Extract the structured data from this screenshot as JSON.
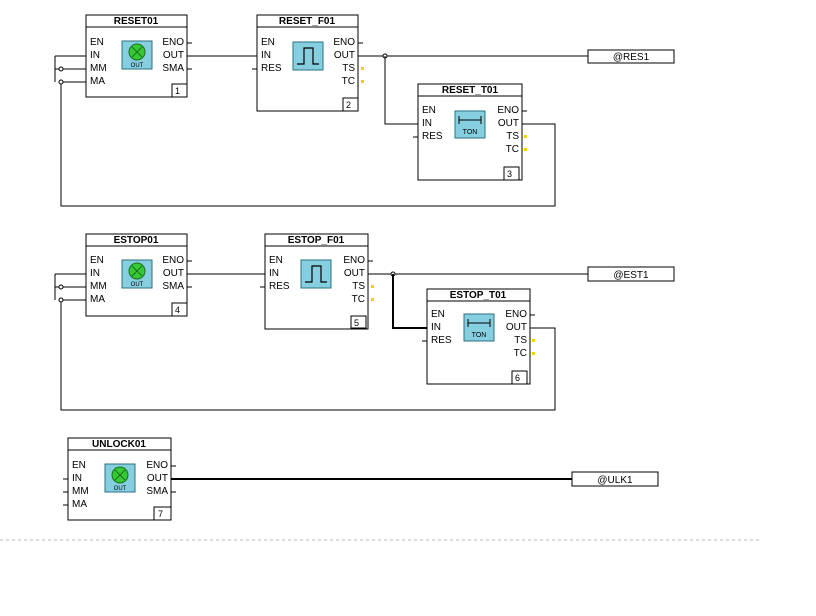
{
  "blocks": {
    "reset01": {
      "title": "RESET01",
      "inputs": [
        "EN",
        "IN",
        "MM",
        "MA"
      ],
      "outputs": [
        "ENO",
        "OUT",
        "SMA"
      ],
      "number": "1",
      "icon_label": "OUT",
      "icon": "green-output-coil-icon"
    },
    "reset_f01": {
      "title": "RESET_F01",
      "inputs": [
        "EN",
        "IN",
        "RES"
      ],
      "outputs": [
        "ENO",
        "OUT",
        "TS",
        "TC"
      ],
      "number": "2",
      "icon": "pulse-icon"
    },
    "reset_t01": {
      "title": "RESET_T01",
      "inputs": [
        "EN",
        "IN",
        "RES"
      ],
      "outputs": [
        "ENO",
        "OUT",
        "TS",
        "TC"
      ],
      "number": "3",
      "icon_label": "TON",
      "icon": "timer-ton-icon"
    },
    "estop01": {
      "title": "ESTOP01",
      "inputs": [
        "EN",
        "IN",
        "MM",
        "MA"
      ],
      "outputs": [
        "ENO",
        "OUT",
        "SMA"
      ],
      "number": "4",
      "icon_label": "OUT",
      "icon": "green-output-coil-icon"
    },
    "estop_f01": {
      "title": "ESTOP_F01",
      "inputs": [
        "EN",
        "IN",
        "RES"
      ],
      "outputs": [
        "ENO",
        "OUT",
        "TS",
        "TC"
      ],
      "number": "5",
      "icon": "pulse-icon"
    },
    "estop_t01": {
      "title": "ESTOP_T01",
      "inputs": [
        "EN",
        "IN",
        "RES"
      ],
      "outputs": [
        "ENO",
        "OUT",
        "TS",
        "TC"
      ],
      "number": "6",
      "icon_label": "TON",
      "icon": "timer-ton-icon"
    },
    "unlock01": {
      "title": "UNLOCK01",
      "inputs": [
        "EN",
        "IN",
        "MM",
        "MA"
      ],
      "outputs": [
        "ENO",
        "OUT",
        "SMA"
      ],
      "number": "7",
      "icon_label": "OUT",
      "icon": "green-output-coil-icon"
    }
  },
  "tags": {
    "res1": "@RES1",
    "est1": "@EST1",
    "ulk1": "@ULK1"
  },
  "colors": {
    "icon_fill": "#86cfe0",
    "coil_green": "#35c935",
    "pin_marker": "#f2d200"
  }
}
